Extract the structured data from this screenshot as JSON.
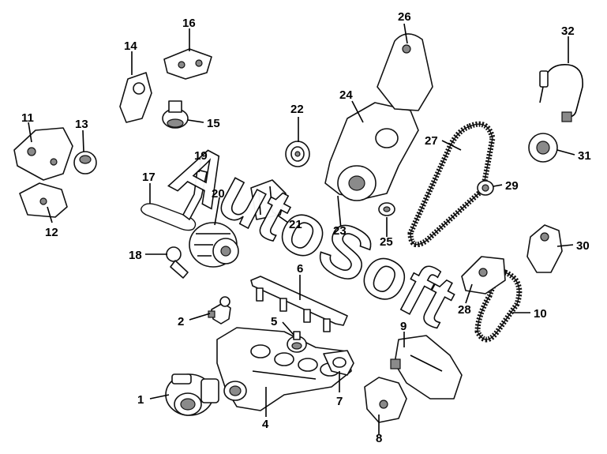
{
  "watermark": "AutoSoft",
  "callouts": [
    "1",
    "2",
    "4",
    "5",
    "6",
    "7",
    "8",
    "9",
    "10",
    "11",
    "12",
    "13",
    "14",
    "15",
    "16",
    "17",
    "18",
    "19",
    "20",
    "21",
    "22",
    "23",
    "24",
    "25",
    "26",
    "27",
    "28",
    "29",
    "30",
    "31",
    "32"
  ]
}
